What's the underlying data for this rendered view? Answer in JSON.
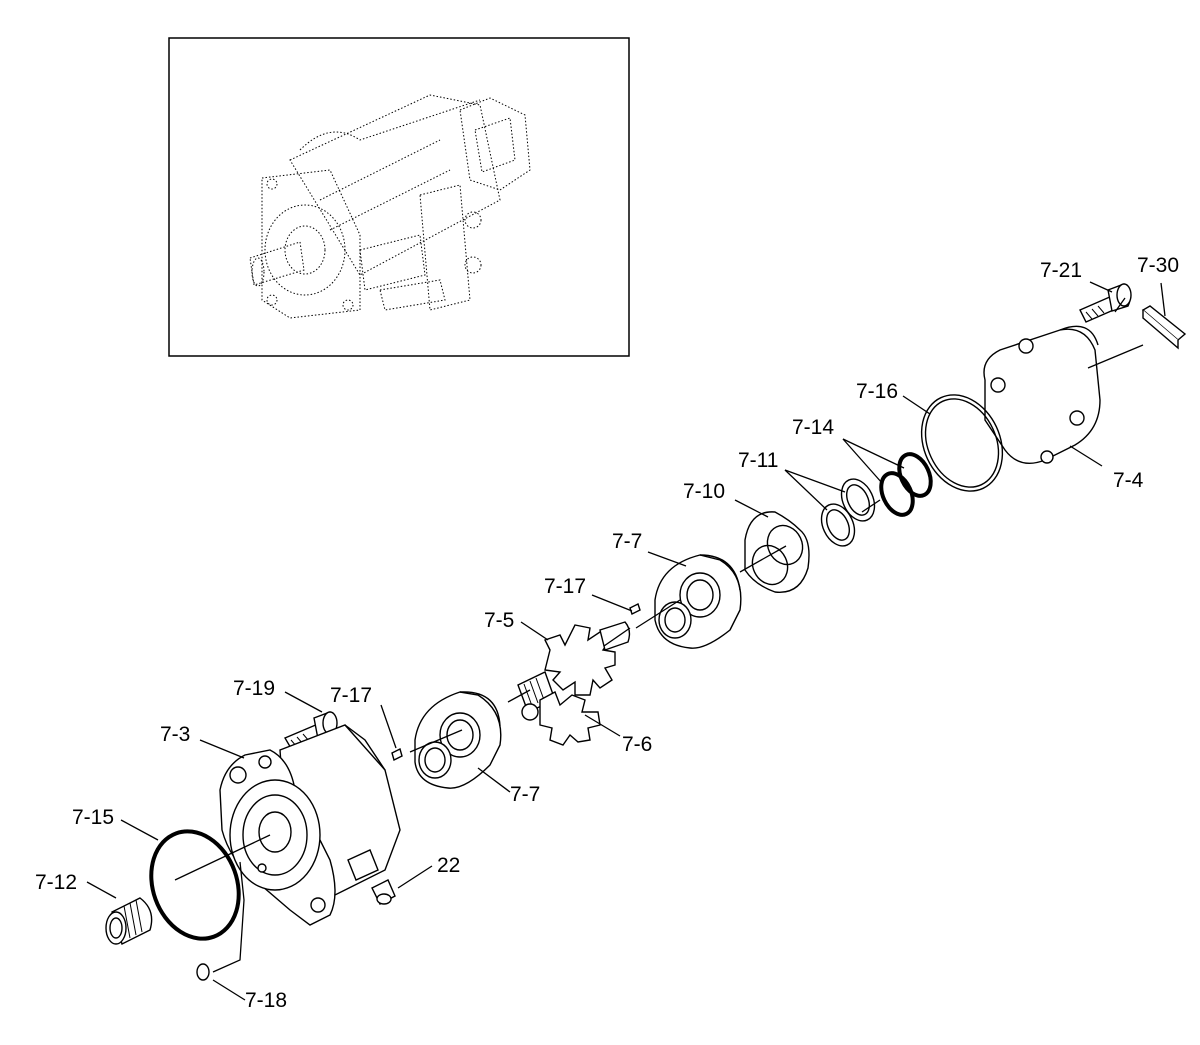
{
  "labels": {
    "p7_21": "7-21",
    "p7_30": "7-30",
    "p7_16": "7-16",
    "p7_14": "7-14",
    "p7_4": "7-4",
    "p7_11": "7-11",
    "p7_10": "7-10",
    "p7_7a": "7-7",
    "p7_17a": "7-17",
    "p7_5": "7-5",
    "p7_6": "7-6",
    "p7_19": "7-19",
    "p7_17b": "7-17",
    "p7_3": "7-3",
    "p7_7b": "7-7",
    "p7_15": "7-15",
    "p22": "22",
    "p7_12": "7-12",
    "p7_18": "7-18"
  }
}
